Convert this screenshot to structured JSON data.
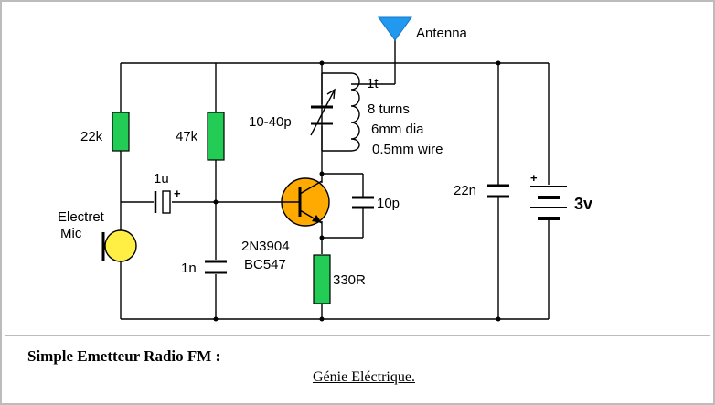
{
  "labels": {
    "antenna": "Antenna",
    "r1": "22k",
    "r2": "47k",
    "c_trim": "10-40p",
    "coil_turns_tap": "1t",
    "coil_turns": "8 turns",
    "coil_dia": "6mm dia",
    "coil_wire": "0.5mm wire",
    "c_coupling": "1u",
    "c_coupling_plus": "+",
    "mic_line1": "Electret",
    "mic_line2": "Mic",
    "c_feedback": "10p",
    "c_decouple": "22n",
    "battery_plus": "+",
    "battery_voltage": "3v",
    "transistor_line1": "2N3904",
    "transistor_line2": "BC547",
    "c_base": "1n",
    "r_emitter": "330R"
  },
  "caption": {
    "title": "Simple Emetteur Radio FM :",
    "link": "Génie Eléctrique."
  },
  "colors": {
    "resistor": "#22cc55",
    "transistor": "#ffaa00",
    "mic": "#ffee44",
    "antenna": "#2299ee",
    "border": "#bcbcbc"
  }
}
